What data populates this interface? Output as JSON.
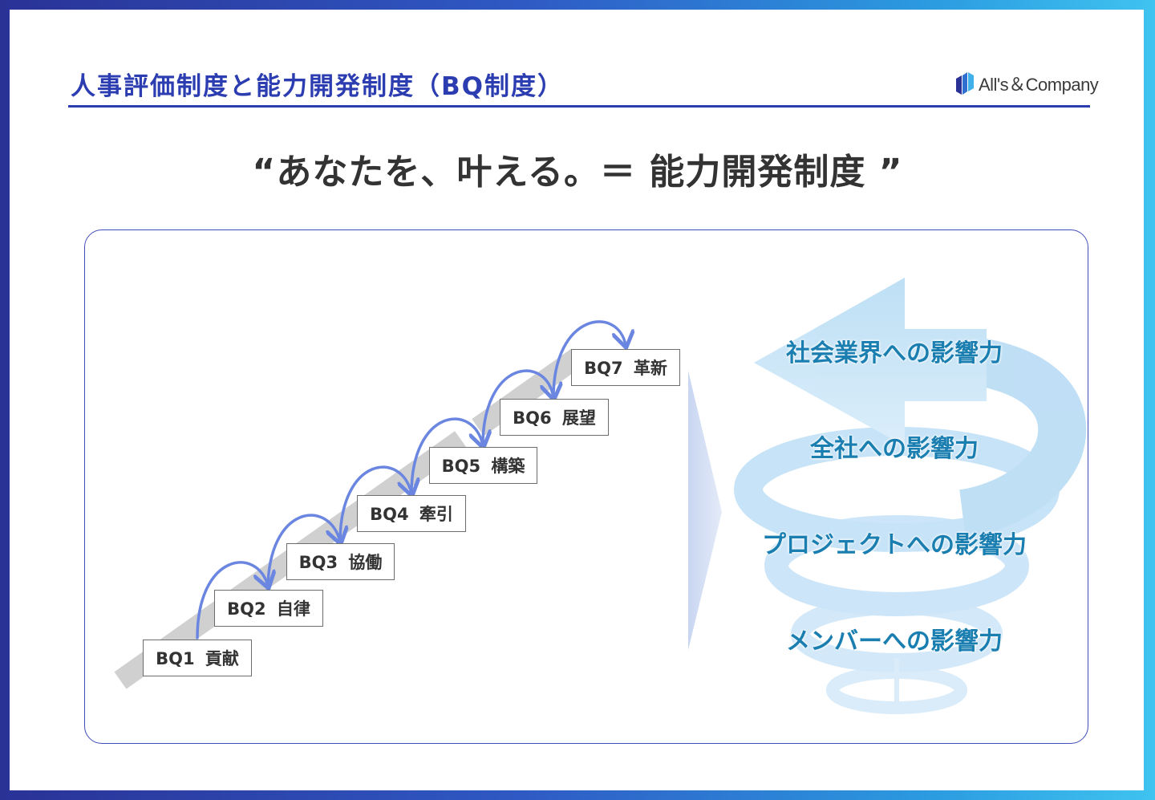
{
  "header": {
    "title": "人事評価制度と能力開発制度（BQ制度）",
    "logo_text": "All's＆Company",
    "accent_color": "#2b3db0"
  },
  "headline": "“あなたを、叶える。＝ 能力開発制度 ”",
  "staircase": {
    "steps": [
      {
        "label": "BQ1  貢献"
      },
      {
        "label": "BQ2  自律"
      },
      {
        "label": "BQ3  協働"
      },
      {
        "label": "BQ4  牽引"
      },
      {
        "label": "BQ5  構築"
      },
      {
        "label": "BQ6  展望"
      },
      {
        "label": "BQ7  革新"
      }
    ],
    "arrow_color": "#6b86e0",
    "rail_color": "#d3d3d3"
  },
  "influence": {
    "items": [
      {
        "label": "社会業界への影響力"
      },
      {
        "label": "全社への影響力"
      },
      {
        "label": "プロジェクトへの影響力"
      },
      {
        "label": "メンバーへの影響力"
      }
    ],
    "text_color": "#1a7fb0",
    "spiral_color": "#bfe2f7"
  }
}
